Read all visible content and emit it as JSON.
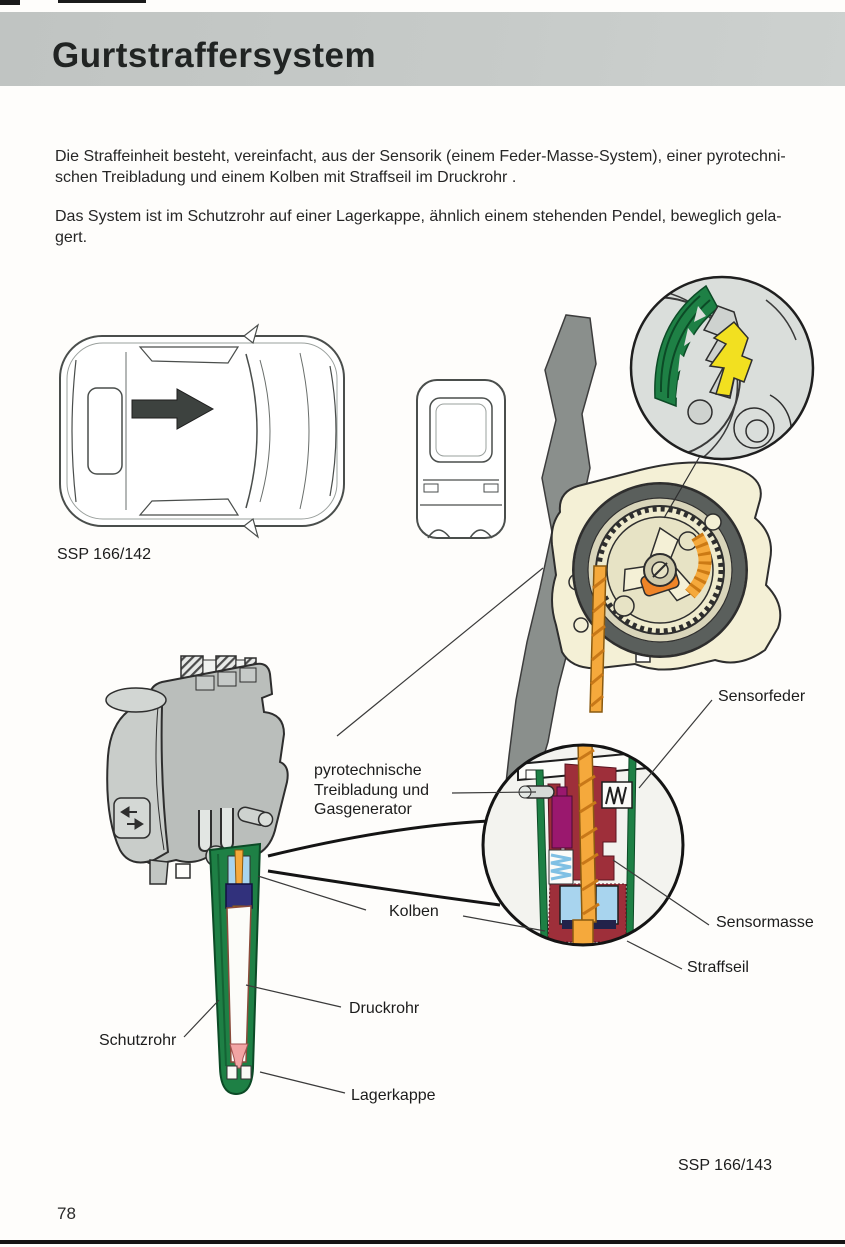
{
  "header": {
    "title": "Gurtstraffersystem"
  },
  "page": {
    "number": "78"
  },
  "paragraphs": [
    "Die Straffeinheit besteht, vereinfacht, aus der Sensorik (einem Feder-Masse-System), einer pyrotechni-\nschen Treibladung und einem Kolben mit Straffseil im Druckrohr .",
    "Das System ist im Schutzrohr auf einer Lagerkappe, ähnlich einem stehenden Pendel, beweglich gela-\ngert."
  ],
  "figures": {
    "upper": {
      "caption": "SSP 166/142"
    },
    "lower": {
      "caption": "SSP 166/143"
    }
  },
  "callouts": {
    "sensorfeder": "Sensorfeder",
    "pyro": "pyrotechnische\nTreibladung und\nGasgenerator",
    "kolben": "Kolben",
    "sensormasse": "Sensormasse",
    "straffseil": "Straffseil",
    "druckrohr": "Druckrohr",
    "schutzrohr": "Schutzrohr",
    "lagerkappe": "Lagerkappe"
  },
  "icons": {
    "direction_arrow": "forward-driving-direction-arrow",
    "lobe_glyph": "left-right-arrow-icon"
  },
  "colors": {
    "header_bar": "#C5C9C7",
    "schutzrohr_green": "#1E8045",
    "straffseil_orange": "#F5A93C",
    "sensormasse_red": "#9E2F3A",
    "treibladung_magenta": "#9A186E",
    "pawl_yellow": "#F2E020",
    "spring_blue": "#A8D4EE",
    "retractor_beige": "#F4F0D6",
    "housing_gray": "#BABEBB",
    "belt_gray": "#8A8F8C"
  }
}
